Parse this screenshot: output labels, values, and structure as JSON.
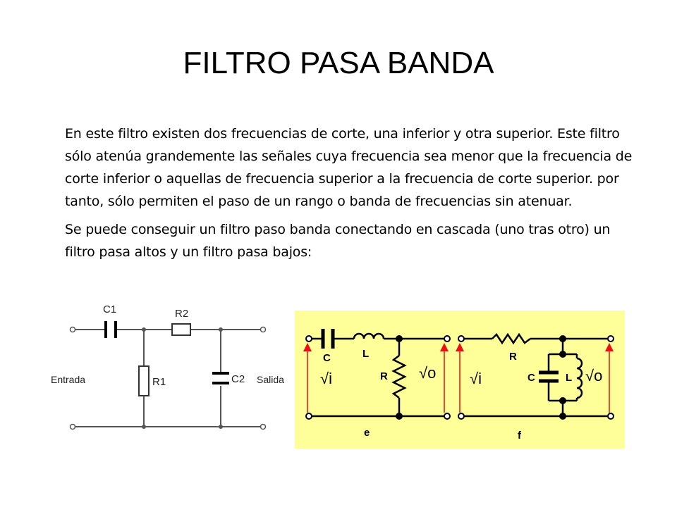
{
  "title": "FILTRO PASA BANDA",
  "paragraphs": [
    "En este filtro existen dos frecuencias de corte, una inferior y otra superior. Este filtro sólo atenúa grandemente las señales cuya frecuencia sea menor que la frecuencia de corte inferior o aquellas de frecuencia superior a la frecuencia de corte superior. por tanto, sólo permiten el paso de un rango o banda de frecuencias sin atenuar.",
    "Se puede conseguir un filtro paso banda conectando en cascada (uno tras otro) un filtro pasa altos y un filtro pasa bajos:"
  ],
  "circuit_left": {
    "c1": "C1",
    "r2": "R2",
    "r1": "R1",
    "c2": "C2",
    "input": "Entrada",
    "output": "Salida"
  },
  "circuit_right": {
    "background": "#ffff99",
    "arrow_color": "#e81010",
    "left": {
      "c": "C",
      "l": "L",
      "r": "R",
      "vi": "√i",
      "vo": "√o",
      "caption": "e"
    },
    "right": {
      "r": "R",
      "c": "C",
      "l": "L",
      "vi": "√i",
      "vo": "√o",
      "caption": "f"
    }
  }
}
